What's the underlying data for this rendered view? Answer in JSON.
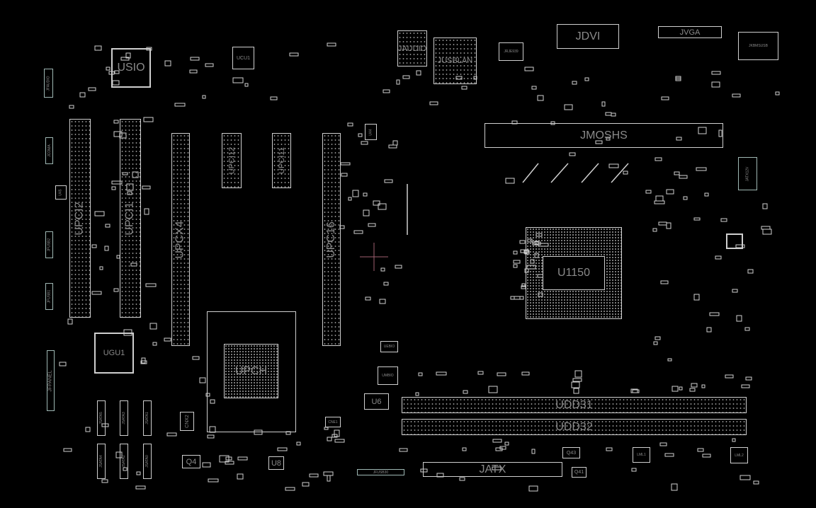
{
  "board": {
    "components": {
      "usio": "USIO",
      "ucu1": "UCU1",
      "jaudio": "JAUDIO",
      "jusblan": "JUSBLAN",
      "jrje939": "JRJE939",
      "jdvi": "JDVI",
      "jvga": "JVGA",
      "jkbmsusb": "JKBMSUSB",
      "jmoshs": "JMOSHS",
      "u1150": "U1150",
      "upci2": "UPCI2",
      "upci1": "UPCI1",
      "upcx4": "UPCX4",
      "upci12": "UPCI12",
      "upci11": "UPCI11",
      "upc16": "UPC16",
      "upch": "UPCH",
      "ugu1": "UGU1",
      "udd31": "UDD31",
      "udd32": "UDD32",
      "jatx": "JATX",
      "q43": "Q43",
      "q41": "Q41",
      "lml1": "LML1",
      "lml2": "LML2",
      "u6": "U6",
      "u8": "U8",
      "q4": "Q4",
      "cnx2": "CNX2",
      "cne1": "CNE1",
      "jfusb30": "JFUSB30",
      "jsata5": "JSATA5",
      "jsata3": "JSATA3",
      "jsata1": "JSATA1",
      "jsata4": "JSATA4",
      "jsata2": "JSATA2",
      "jsata0": "JSATA0",
      "jfaudio": "JFAUDIO",
      "jcoma": "JCOMA",
      "u45": "U45",
      "jfusb2": "JFUSB2",
      "jfusb1": "JFUSB1",
      "jfpanel": "JFPANEL",
      "u44": "U44",
      "uebio": "UEBIO",
      "umbio": "UMBIO",
      "jatx12v": "JATX12V"
    },
    "colors": {
      "outline": "#cfcfcf",
      "label": "#8a8a8a",
      "pin": "#9fb8b4",
      "crosshair": "#a06070"
    }
  }
}
